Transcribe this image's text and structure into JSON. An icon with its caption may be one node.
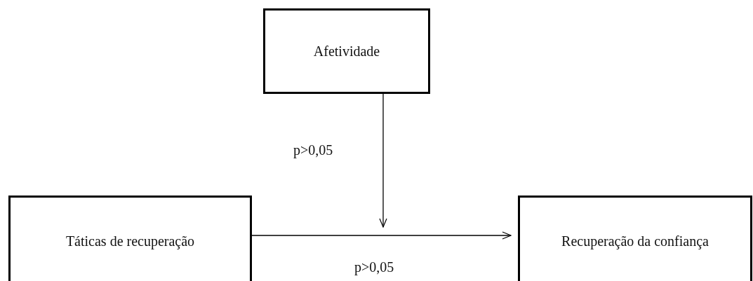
{
  "diagram": {
    "nodes": [
      {
        "text": [
          "Afetividade"
        ]
      },
      {
        "text": [
          "Táticas de recuperação"
        ]
      },
      {
        "text": [
          "Recuperação da confiança"
        ]
      }
    ],
    "edges": [
      {
        "from": 0,
        "to": null,
        "arrow": "to",
        "label": "p>0,05"
      },
      {
        "from": 1,
        "to": 2,
        "arrow": "to",
        "label": "p>0,05"
      }
    ]
  }
}
